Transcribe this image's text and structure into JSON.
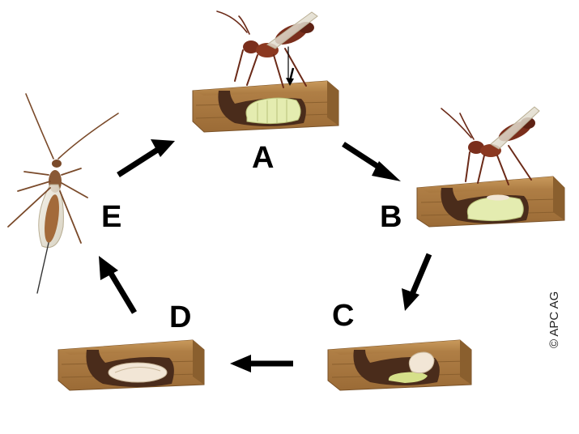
{
  "stages": [
    {
      "label": "A"
    },
    {
      "label": "B"
    },
    {
      "label": "C"
    },
    {
      "label": "D"
    },
    {
      "label": "E"
    }
  ],
  "copyright": "© APC AG",
  "colors": {
    "wood": "#b98a52",
    "wood_dark": "#8a5f2e",
    "tunnel": "#4a2c1b",
    "larva": "#e4ecb0",
    "pupa": "#f2e6d6",
    "wasp_body": "#7a2e1c",
    "arrow": "#000000"
  }
}
